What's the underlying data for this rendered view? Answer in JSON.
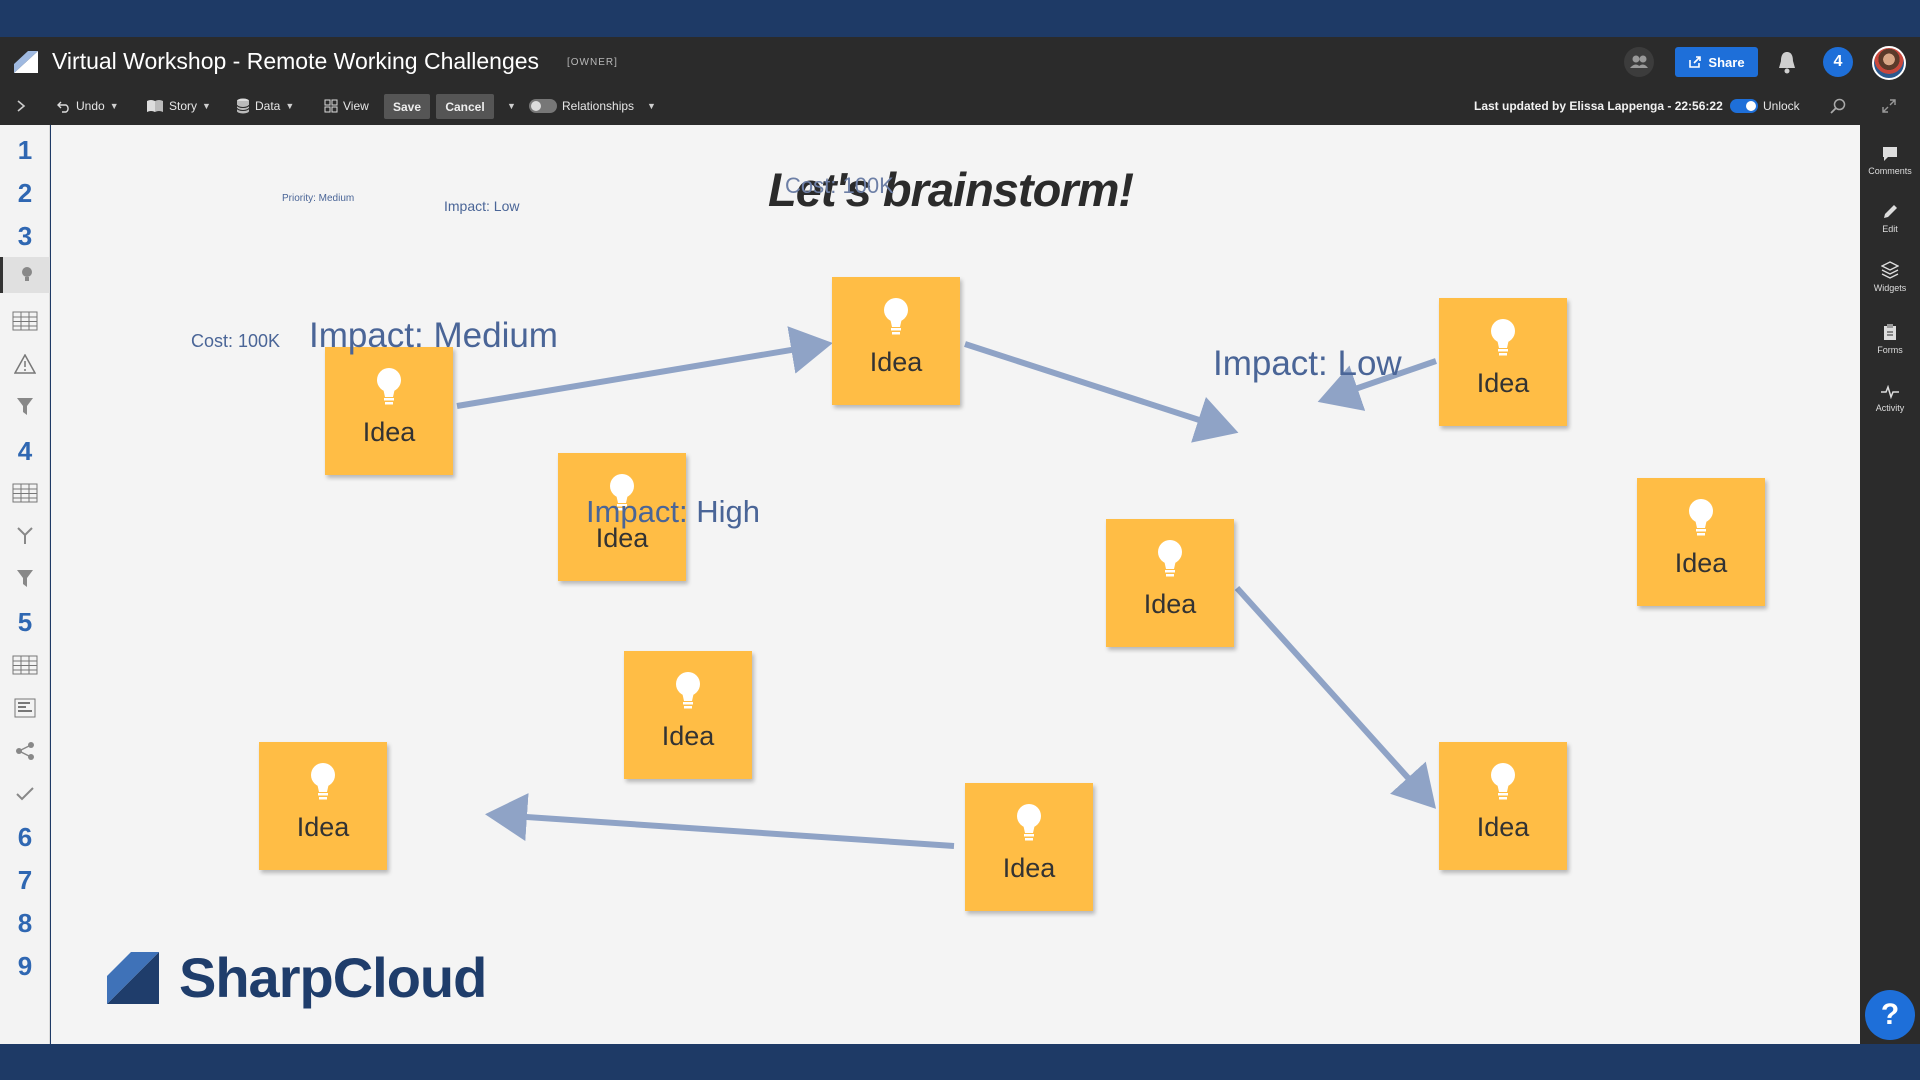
{
  "app": {
    "title": "Virtual Workshop - Remote Working Challenges",
    "owner_tag": "[OWNER]",
    "share_label": "Share",
    "notification_count": "4"
  },
  "toolbar": {
    "undo": "Undo",
    "story": "Story",
    "data": "Data",
    "view": "View",
    "save": "Save",
    "cancel": "Cancel",
    "relationships": "Relationships",
    "last_updated": "Last updated by Elissa Lappenga - 22:56:22",
    "unlock": "Unlock"
  },
  "leftbar": {
    "numbers": [
      "1",
      "2",
      "3",
      "4",
      "5",
      "6",
      "7",
      "8",
      "9"
    ]
  },
  "rightbar": {
    "comments": "Comments",
    "edit": "Edit",
    "widgets": "Widgets",
    "forms": "Forms",
    "activity": "Activity",
    "help": "?"
  },
  "canvas": {
    "title": "Let's brainstorm!",
    "overlap_label": "Cost: 100K",
    "labels": {
      "priority_medium": "Priority: Medium",
      "impact_low_small": "Impact: Low",
      "cost": "Cost: 100K",
      "impact_medium": "Impact: Medium",
      "impact_low_large": "Impact: Low",
      "impact_high": "Impact: High"
    },
    "notes": [
      "Idea",
      "Idea",
      "Idea",
      "Idea",
      "Idea",
      "Idea",
      "Idea",
      "Idea",
      "Idea",
      "Idea"
    ],
    "brand": "SharpCloud"
  },
  "colors": {
    "accent": "#1e6fd9",
    "note": "#ffbd45",
    "arrow": "#8fa3c6",
    "number": "#2f67b2",
    "brand": "#1f3d6b"
  }
}
